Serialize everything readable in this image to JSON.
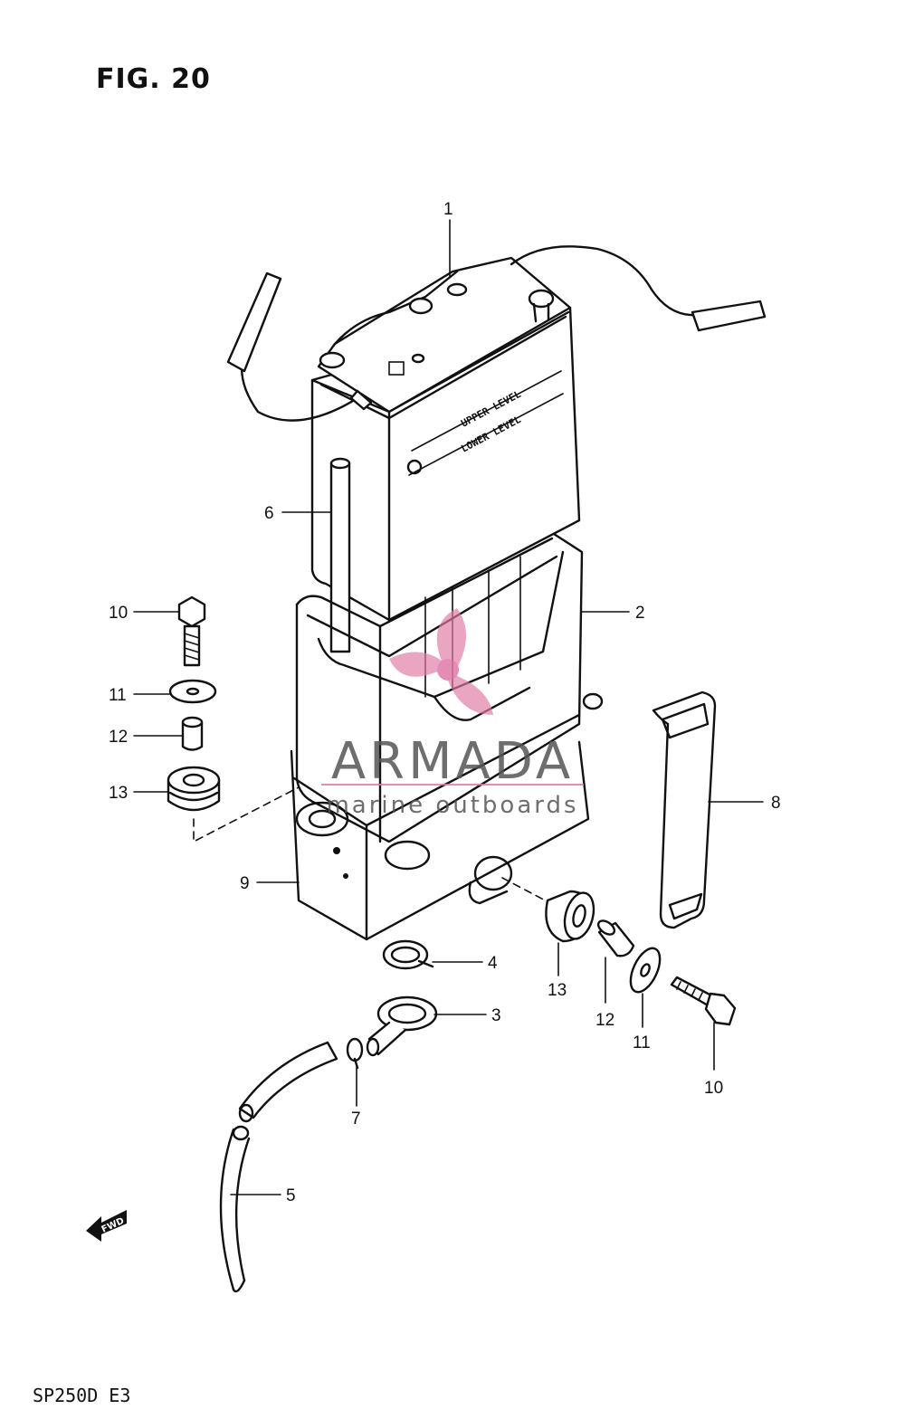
{
  "figure": {
    "title": "FIG. 20",
    "model_code": "SP250D  E3"
  },
  "battery_labels": {
    "upper": "UPPER LEVEL",
    "lower": "LOWER LEVEL"
  },
  "fwd_arrow": "FWD",
  "watermark": {
    "brand": "ARMADA",
    "tagline": "marine outboards",
    "accent": "#e07aa8",
    "text_color": "#555555"
  },
  "callouts": [
    {
      "id": "c1",
      "label": "1"
    },
    {
      "id": "c2",
      "label": "2"
    },
    {
      "id": "c3",
      "label": "3"
    },
    {
      "id": "c4",
      "label": "4"
    },
    {
      "id": "c5",
      "label": "5"
    },
    {
      "id": "c6",
      "label": "6"
    },
    {
      "id": "c7",
      "label": "7"
    },
    {
      "id": "c8",
      "label": "8"
    },
    {
      "id": "c9",
      "label": "9"
    },
    {
      "id": "c10a",
      "label": "10"
    },
    {
      "id": "c10b",
      "label": "10"
    },
    {
      "id": "c11a",
      "label": "11"
    },
    {
      "id": "c11b",
      "label": "11"
    },
    {
      "id": "c12a",
      "label": "12"
    },
    {
      "id": "c12b",
      "label": "12"
    },
    {
      "id": "c13a",
      "label": "13"
    },
    {
      "id": "c13b",
      "label": "13"
    }
  ]
}
